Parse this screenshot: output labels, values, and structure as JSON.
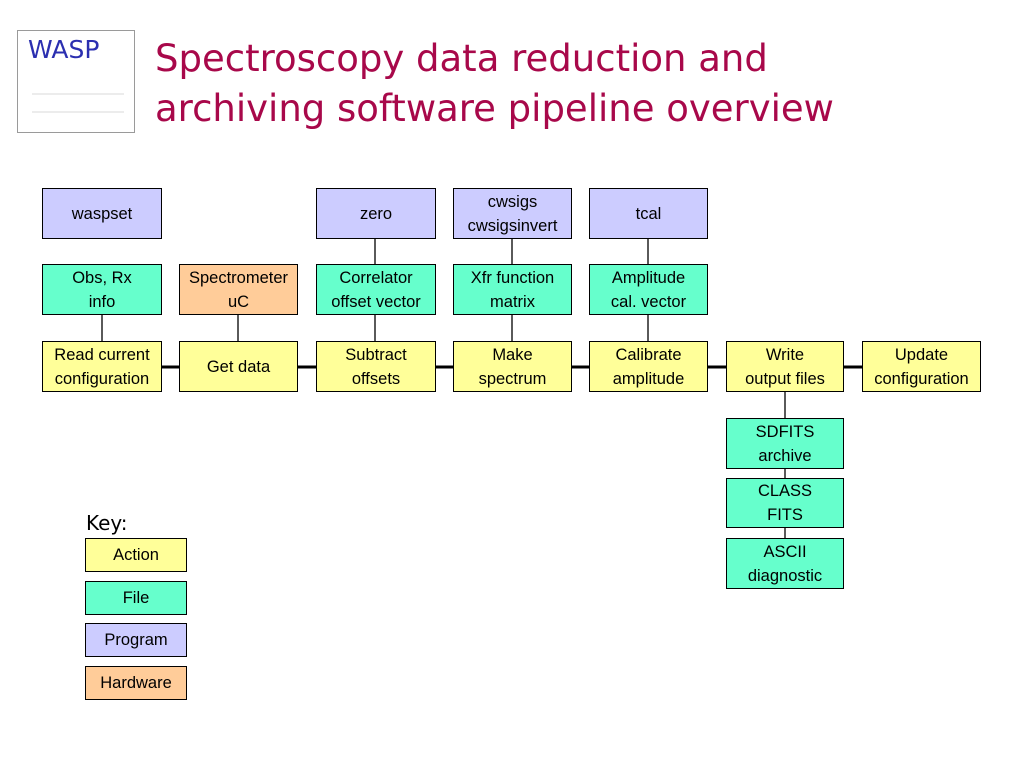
{
  "logo": {
    "text": "WASP"
  },
  "title": {
    "line1": "Spectroscopy data reduction and",
    "line2": "archiving software pipeline overview"
  },
  "programs": {
    "waspset": "waspset",
    "zero": "zero",
    "cwsigs_line1": "cwsigs",
    "cwsigs_line2": "cwsigsinvert",
    "tcal": "tcal"
  },
  "inputs": {
    "obs_rx": {
      "line1": "Obs, Rx",
      "line2": "info"
    },
    "spectrometer": {
      "line1": "Spectrometer",
      "line2": "uC"
    },
    "correlator": {
      "line1": "Correlator",
      "line2": "offset vector"
    },
    "xfr": {
      "line1": "Xfr function",
      "line2": "matrix"
    },
    "amplitude": {
      "line1": "Amplitude",
      "line2": "cal. vector"
    }
  },
  "actions": {
    "read_config": {
      "line1": "Read current",
      "line2": "configuration"
    },
    "get_data": "Get data",
    "subtract": {
      "line1": "Subtract",
      "line2": "offsets"
    },
    "make_spectrum": {
      "line1": "Make",
      "line2": "spectrum"
    },
    "calibrate": {
      "line1": "Calibrate",
      "line2": "amplitude"
    },
    "write_output": {
      "line1": "Write",
      "line2": "output files"
    },
    "update_config": {
      "line1": "Update",
      "line2": "configuration"
    }
  },
  "outputs": {
    "sdfits": {
      "line1": "SDFITS",
      "line2": "archive"
    },
    "class": {
      "line1": "CLASS",
      "line2": "FITS"
    },
    "ascii": {
      "line1": "ASCII",
      "line2": "diagnostic"
    }
  },
  "key": {
    "label": "Key:",
    "action": "Action",
    "file": "File",
    "program": "Program",
    "hardware": "Hardware"
  },
  "colors": {
    "action": "#ffff99",
    "file": "#66ffcc",
    "program": "#ccccff",
    "hardware": "#ffcc99",
    "title": "#a8084a",
    "logo": "#2b2fb0"
  }
}
